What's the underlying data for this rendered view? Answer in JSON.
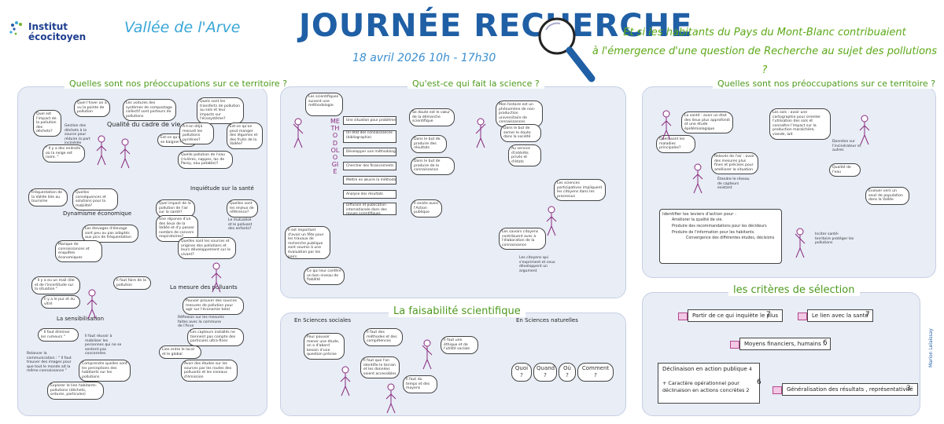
{
  "header": {
    "logo_line1": "Institut",
    "logo_line2": "écocitoyen",
    "valley": "Vallée de l'Arve",
    "title": "JOURNÉE RECHERCHE",
    "date": "18 avril 2026   10h - 17h30",
    "question_line1": "Et si les habitants du Pays du Mont-Blanc contribuaient",
    "question_line2": "à l'émergence d'une question de Recherche au sujet des pollutions ?"
  },
  "left_panel": {
    "title": "Quelles sont nos préoccupations sur ce territoire ?",
    "sections": {
      "cadre": "Qualité du cadre de vie",
      "sante": "Inquiétude sur la santé",
      "eco": "Dynamisme économique",
      "sensib": "La sensibilisation",
      "mesure": "La mesure des polluants"
    },
    "bubbles": {
      "b1": "Quel est l'impact de la pollution des déchets?",
      "b2": "Quel l'hiver on a vu la pointe de pollution",
      "b3": "Les voitures des systèmes de compostage collectif sont porteurs de pollutions",
      "b4": "Quels sont les transferts de pollution au sols et leur impacts sur l'écosystème?",
      "b5": "Gestion des déchets à la source pour réduire la part incinérée",
      "b6": "Est-ce qu'on peut se baigner?",
      "b7": "A-t-on déjà mesuré les pollutions pyrrénes?",
      "b8": "Est-ce qu'on peut manger des légumes et des fruits de la Vallée?",
      "b9": "\" Il y a des endroits où la neige est noire. \"",
      "b10": "Quelle pollution de l'eau (rivières, nappes, lac de Passy, eau potable)?",
      "b11": "Fréquentation de la Vallée liée au tourisme",
      "b12": "Quelles conséquences et solutions pour la mobilité?",
      "b13": "Quel impact de la pollution de l'air sur la santé?",
      "b14": "Quelles sont les enjeux de référence?",
      "b15": "Une réponse d'un des lieux de la Vallée et d'y passer nombre de cancers respiratoires?",
      "b16": "Le mutualisé et le polluant des enfants?",
      "b17": "Les élevages d'élevage sont peu ou pas adaptés aux pics de fréquentation",
      "b18": "Quelles sont les sources et origines des pollutions et leurs développement sur le vivant?",
      "b19": "Manque de connaissances et enquêtes économiques",
      "b20": "\" Il y a eu un mail rôle et de l'incertitude sur la situation \"",
      "b21": "Il faut faire de la pollution",
      "b22": "Il y a le pur et du vitré",
      "b23": "Pouvoir prouver des sources mesures de pollution pour agir sur l'économie total",
      "b24": "Réflexion sur les mesures faites avec la commune de l'Arve",
      "b25": "\" Il faut éliminer les rumeurs \"",
      "b26": "Il faut réussir à mobiliser les personnes qui ne se sentent pas concernées",
      "b27": "Les capteurs installés ne tiennent pas compte des particules ultra-fines",
      "b28": "Relancer la communication : \" Il faut trouver des images pour que tout le monde ait la même connaissance \"",
      "b29": "Comprendre quelles sont les perceptions des habitants sur les pollutions",
      "b30": "Lien entre le local et le global",
      "b31": "Avoir des études sur les sources par les routes des polluants et les niveaux d'émission",
      "b32": "Explorer le lien habitants-pollutions (déchets, ordures, particules)"
    }
  },
  "middle_panel": {
    "title": "Qu'est-ce qui fait la science ?",
    "vertical_label": "METHODOLOGIE",
    "steps": [
      "Une situation pour problème",
      "Un état des connaissances (bibliographie)",
      "Développer une méthodologie",
      "Chercher des financements",
      "Mettre en œuvre la méthodologie",
      "Analyse des résultats",
      "Diffusion et publication internationale dans des revues scientifiques"
    ],
    "bubbles": {
      "m1": "Les scientifiques suivent une méthodologie",
      "m2": "Se doute est le cœur de la démarche scientifique",
      "m3": "Mon histoire est un phénomène de non-production universitaire de connaissances",
      "m4": "Dans le but de produire des résultats",
      "m5": "Dans le but de produire de la connaissance",
      "m6": "Dans le but de semer le doute dans la société",
      "m7": "Au service d'intérêts privés et d'états",
      "m8": "Il est important d'avoir un fête pour les travaux de recherche publique sont soumis à une évaluation par les pairs",
      "m9": "Ce qui leur confère un bon niveau de fiabilité",
      "m10": "Les sciences participatives impliquent les citoyens dans les processus",
      "m11": "Il existe aussi l'Action publique",
      "m12": "Les savoirs citoyens contribuent avec à l'élaboration de la connaissance",
      "m13": "Les citoyens qui s'expriment et ceux développent un argument"
    }
  },
  "faisabilite": {
    "title": "La faisabilité scientifique",
    "social": "En Sciences sociales",
    "natural": "En Sciences naturelles",
    "bubbles": {
      "f1": "Pour pouvoir mener une étude, on a d'abord besoin d'une question précise",
      "f2": "Il faut des méthodes et des compétences",
      "f3": "Il faut une éthique et de l'utilité sociale",
      "f4": "Il faut que l'on identifie le terrain et les données soient accessibles",
      "f5": "Il faut du temps et des moyens",
      "f6": "Quoi ?",
      "f7": "Quand ?",
      "f8": "Où ?",
      "f9": "Comment ?"
    }
  },
  "right_panel": {
    "title": "Quelles sont nos préoccupations sur ce territoire ?",
    "bubbles": {
      "r1": "La santé : avoir un état des lieux plus approfondi et une étude épidémiologique",
      "r2": "Les sols : avoir une cartographie pour orienter l'utilisation des sols et connaître l'impact sur la production maraîchère, viande, lait",
      "r3": "Quels sont les maladies principales?",
      "r4": "Relevés de l'air : avoir des mesures plus fines et précises pour améliorer la situation",
      "r5": "Étendre le réseau de capteurs existant",
      "r6": "Qualité de l'eau",
      "r7": "Évoluer vers un seuil de population dans la Vallée",
      "r8": "Données sur l'incinérateur et autres"
    },
    "levers_title": "Identifier les leviers d'action pour :",
    "levers": [
      "Améliorer la qualité de vie.",
      "Produire des recommandations pour les décideurs",
      "Produire de l'information pour les habitants.",
      "Convergence des différentes études, décisions"
    ],
    "lever_note": "Inciter santé-territoire protéger les pollutions"
  },
  "criteria": {
    "title": "les critères de sélection",
    "items": [
      {
        "label": "Partir de ce qui inquiète le plus",
        "count": "7"
      },
      {
        "label": "Le lien avec la santé",
        "count": "7"
      },
      {
        "label": "Moyens financiers, humains ..",
        "count": "6"
      },
      {
        "label": "Déclinaison en action publique",
        "count": "4"
      },
      {
        "label": "Caractère opérationnel pour déclinaison en actions concrètes",
        "count": "2"
      },
      {
        "label": "Généralisation des résultats , représentativité",
        "count": "3"
      }
    ],
    "side_count": "6"
  },
  "signature": "Marion Lelaissay",
  "colors": {
    "title_blue": "#1f5fa5",
    "green_heading": "#4d9a1d",
    "panel_fill": "#e8edf6",
    "figure_purple": "#8a2a7e",
    "accent_pink": "#b7478e"
  }
}
